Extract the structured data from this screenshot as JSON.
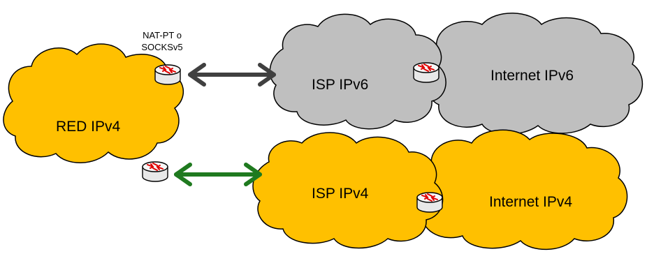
{
  "diagram": {
    "clouds": {
      "red_ipv4": "RED IPv4",
      "isp_ipv6": "ISP IPv6",
      "internet_ipv6": "Internet IPv6",
      "isp_ipv4": "ISP IPv4",
      "internet_ipv4": "Internet IPv4"
    },
    "translator_label": {
      "line1": "NAT-PT o",
      "line2": "SOCKSv5"
    },
    "links": [
      {
        "from": "red_ipv4",
        "to": "isp_ipv6",
        "color": "#404040"
      },
      {
        "from": "red_ipv4",
        "to": "isp_ipv4",
        "color": "#1f7a1f"
      }
    ],
    "colors": {
      "ipv4_cloud": "#FFC000",
      "ipv6_cloud": "#BFBFBF",
      "router_body": "#F2F2F2",
      "router_arrows": "#E00000"
    }
  }
}
